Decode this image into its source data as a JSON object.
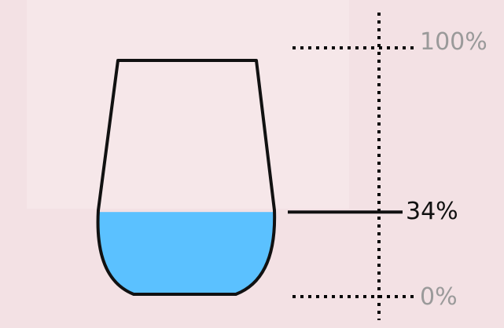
{
  "gauge": {
    "max_label": "100%",
    "value_label": "34%",
    "min_label": "0%",
    "fill_fraction": 0.34
  },
  "colors": {
    "background": "#f3e1e4",
    "liquid": "#5bc1ff",
    "outline": "#111111",
    "muted_text": "#9a9a9a"
  }
}
